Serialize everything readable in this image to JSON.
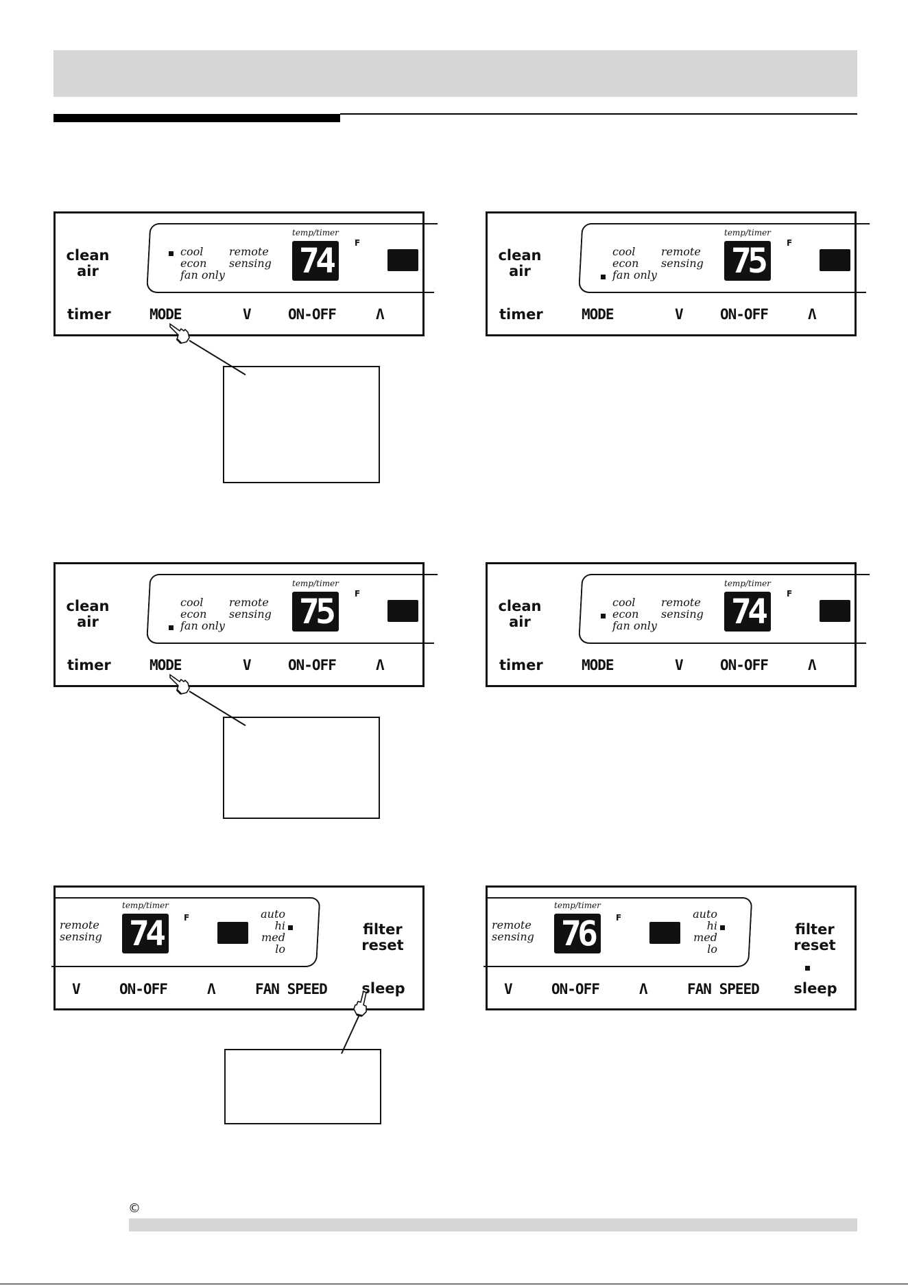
{
  "panels": [
    {
      "clean_air": "clean\nair",
      "timer": "timer",
      "mode": "MODE",
      "down": "V",
      "on_off": "ON-OFF",
      "up": "Λ",
      "cool": "cool",
      "econ": "econ",
      "fan_only": "fan only",
      "remote_sensing": "remote\nsensing",
      "temp_timer": "temp/timer",
      "f": "F",
      "digits": "74",
      "selected_mode": "cool"
    },
    {
      "clean_air": "clean\nair",
      "timer": "timer",
      "mode": "MODE",
      "down": "V",
      "on_off": "ON-OFF",
      "up": "Λ",
      "cool": "cool",
      "econ": "econ",
      "fan_only": "fan only",
      "remote_sensing": "remote\nsensing",
      "temp_timer": "temp/timer",
      "f": "F",
      "digits": "75",
      "selected_mode": "fan only"
    },
    {
      "clean_air": "clean\nair",
      "timer": "timer",
      "mode": "MODE",
      "down": "V",
      "on_off": "ON-OFF",
      "up": "Λ",
      "cool": "cool",
      "econ": "econ",
      "fan_only": "fan only",
      "remote_sensing": "remote\nsensing",
      "temp_timer": "temp/timer",
      "f": "F",
      "digits": "75",
      "selected_mode": "fan only"
    },
    {
      "clean_air": "clean\nair",
      "timer": "timer",
      "mode": "MODE",
      "down": "V",
      "on_off": "ON-OFF",
      "up": "Λ",
      "cool": "cool",
      "econ": "econ",
      "fan_only": "fan only",
      "remote_sensing": "remote\nsensing",
      "temp_timer": "temp/timer",
      "f": "F",
      "digits": "74",
      "selected_mode": "econ"
    },
    {
      "remote_sensing": "remote\nsensing",
      "temp_timer": "temp/timer",
      "f": "F",
      "digits": "74",
      "auto": "auto",
      "hi": "hi",
      "med": "med",
      "lo": "lo",
      "filter_reset": "filter\nreset",
      "down": "V",
      "on_off": "ON-OFF",
      "up": "Λ",
      "fan_speed": "FAN SPEED",
      "sleep": "sleep",
      "sleep_indicator": false
    },
    {
      "remote_sensing": "remote\nsensing",
      "temp_timer": "temp/timer",
      "f": "F",
      "digits": "76",
      "auto": "auto",
      "hi": "hi",
      "med": "med",
      "lo": "lo",
      "filter_reset": "filter\nreset",
      "down": "V",
      "on_off": "ON-OFF",
      "up": "Λ",
      "fan_speed": "FAN SPEED",
      "sleep": "sleep",
      "sleep_indicator": true
    }
  ],
  "footer": {
    "copyright_symbol": "©"
  }
}
